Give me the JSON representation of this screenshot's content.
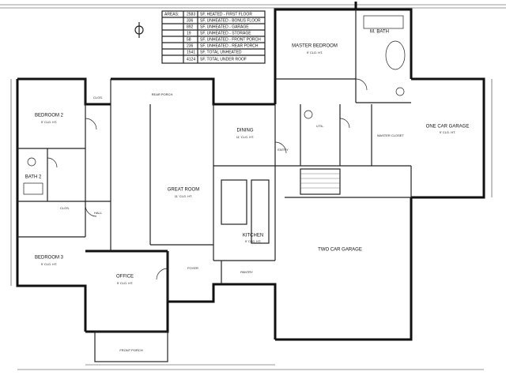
{
  "area_table": {
    "header": "AREAS:",
    "rows": [
      {
        "value": "2583",
        "desc": "SF. HEATED - FIRST FLOOR"
      },
      {
        "value": "336",
        "desc": "SF. UNHEATED - BONUS FLOOR"
      },
      {
        "value": "892",
        "desc": "SF. UNHEATED - GARAGE"
      },
      {
        "value": "19",
        "desc": "SF. UNHEATED - STORAGE"
      },
      {
        "value": "58",
        "desc": "SF. UNHEATED - FRONT PORCH"
      },
      {
        "value": "236",
        "desc": "SF. UNHEATED - REAR PORCH"
      },
      {
        "value": "1541",
        "desc": "SF. TOTAL UNHEATED"
      },
      {
        "value": "4124",
        "desc": "SF. TOTAL UNDER ROOF"
      }
    ]
  },
  "rooms": {
    "bedroom2": {
      "name": "BEDROOM 2",
      "ceiling": "9' CLG. HT."
    },
    "bedroom3": {
      "name": "BEDROOM 3",
      "ceiling": "9' CLG. HT."
    },
    "bath2": {
      "name": "BATH 2"
    },
    "clos_top": {
      "name": "CLOS."
    },
    "clos_mid": {
      "name": "CLOS."
    },
    "hall": {
      "name": "HALL"
    },
    "office": {
      "name": "OFFICE",
      "ceiling": "9' CLG. HT."
    },
    "great_room": {
      "name": "GREAT ROOM",
      "ceiling": "11' CLG. HT."
    },
    "dining": {
      "name": "DINING",
      "ceiling": "11' CLG. HT."
    },
    "kitchen": {
      "name": "KITCHEN",
      "ceiling": "9' CLG. HT."
    },
    "pantry": {
      "name": "PANTRY"
    },
    "foyer": {
      "name": "FOYER"
    },
    "master_bedroom": {
      "name": "MASTER BEDROOM",
      "ceiling": "9' CLG. HT."
    },
    "m_bath": {
      "name": "M. BATH"
    },
    "master_closet": {
      "name": "MASTER CLOSET"
    },
    "utility": {
      "name": "UTIL."
    },
    "two_car_garage": {
      "name": "TWO CAR GARAGE"
    },
    "one_car_garage": {
      "name": "ONE CAR GARAGE",
      "ceiling": "9' CLG. HT."
    },
    "rear_porch": {
      "name": "REAR PORCH"
    },
    "front_porch": {
      "name": "FRONT PORCH"
    },
    "entry": {
      "name": "ENTRY"
    }
  }
}
